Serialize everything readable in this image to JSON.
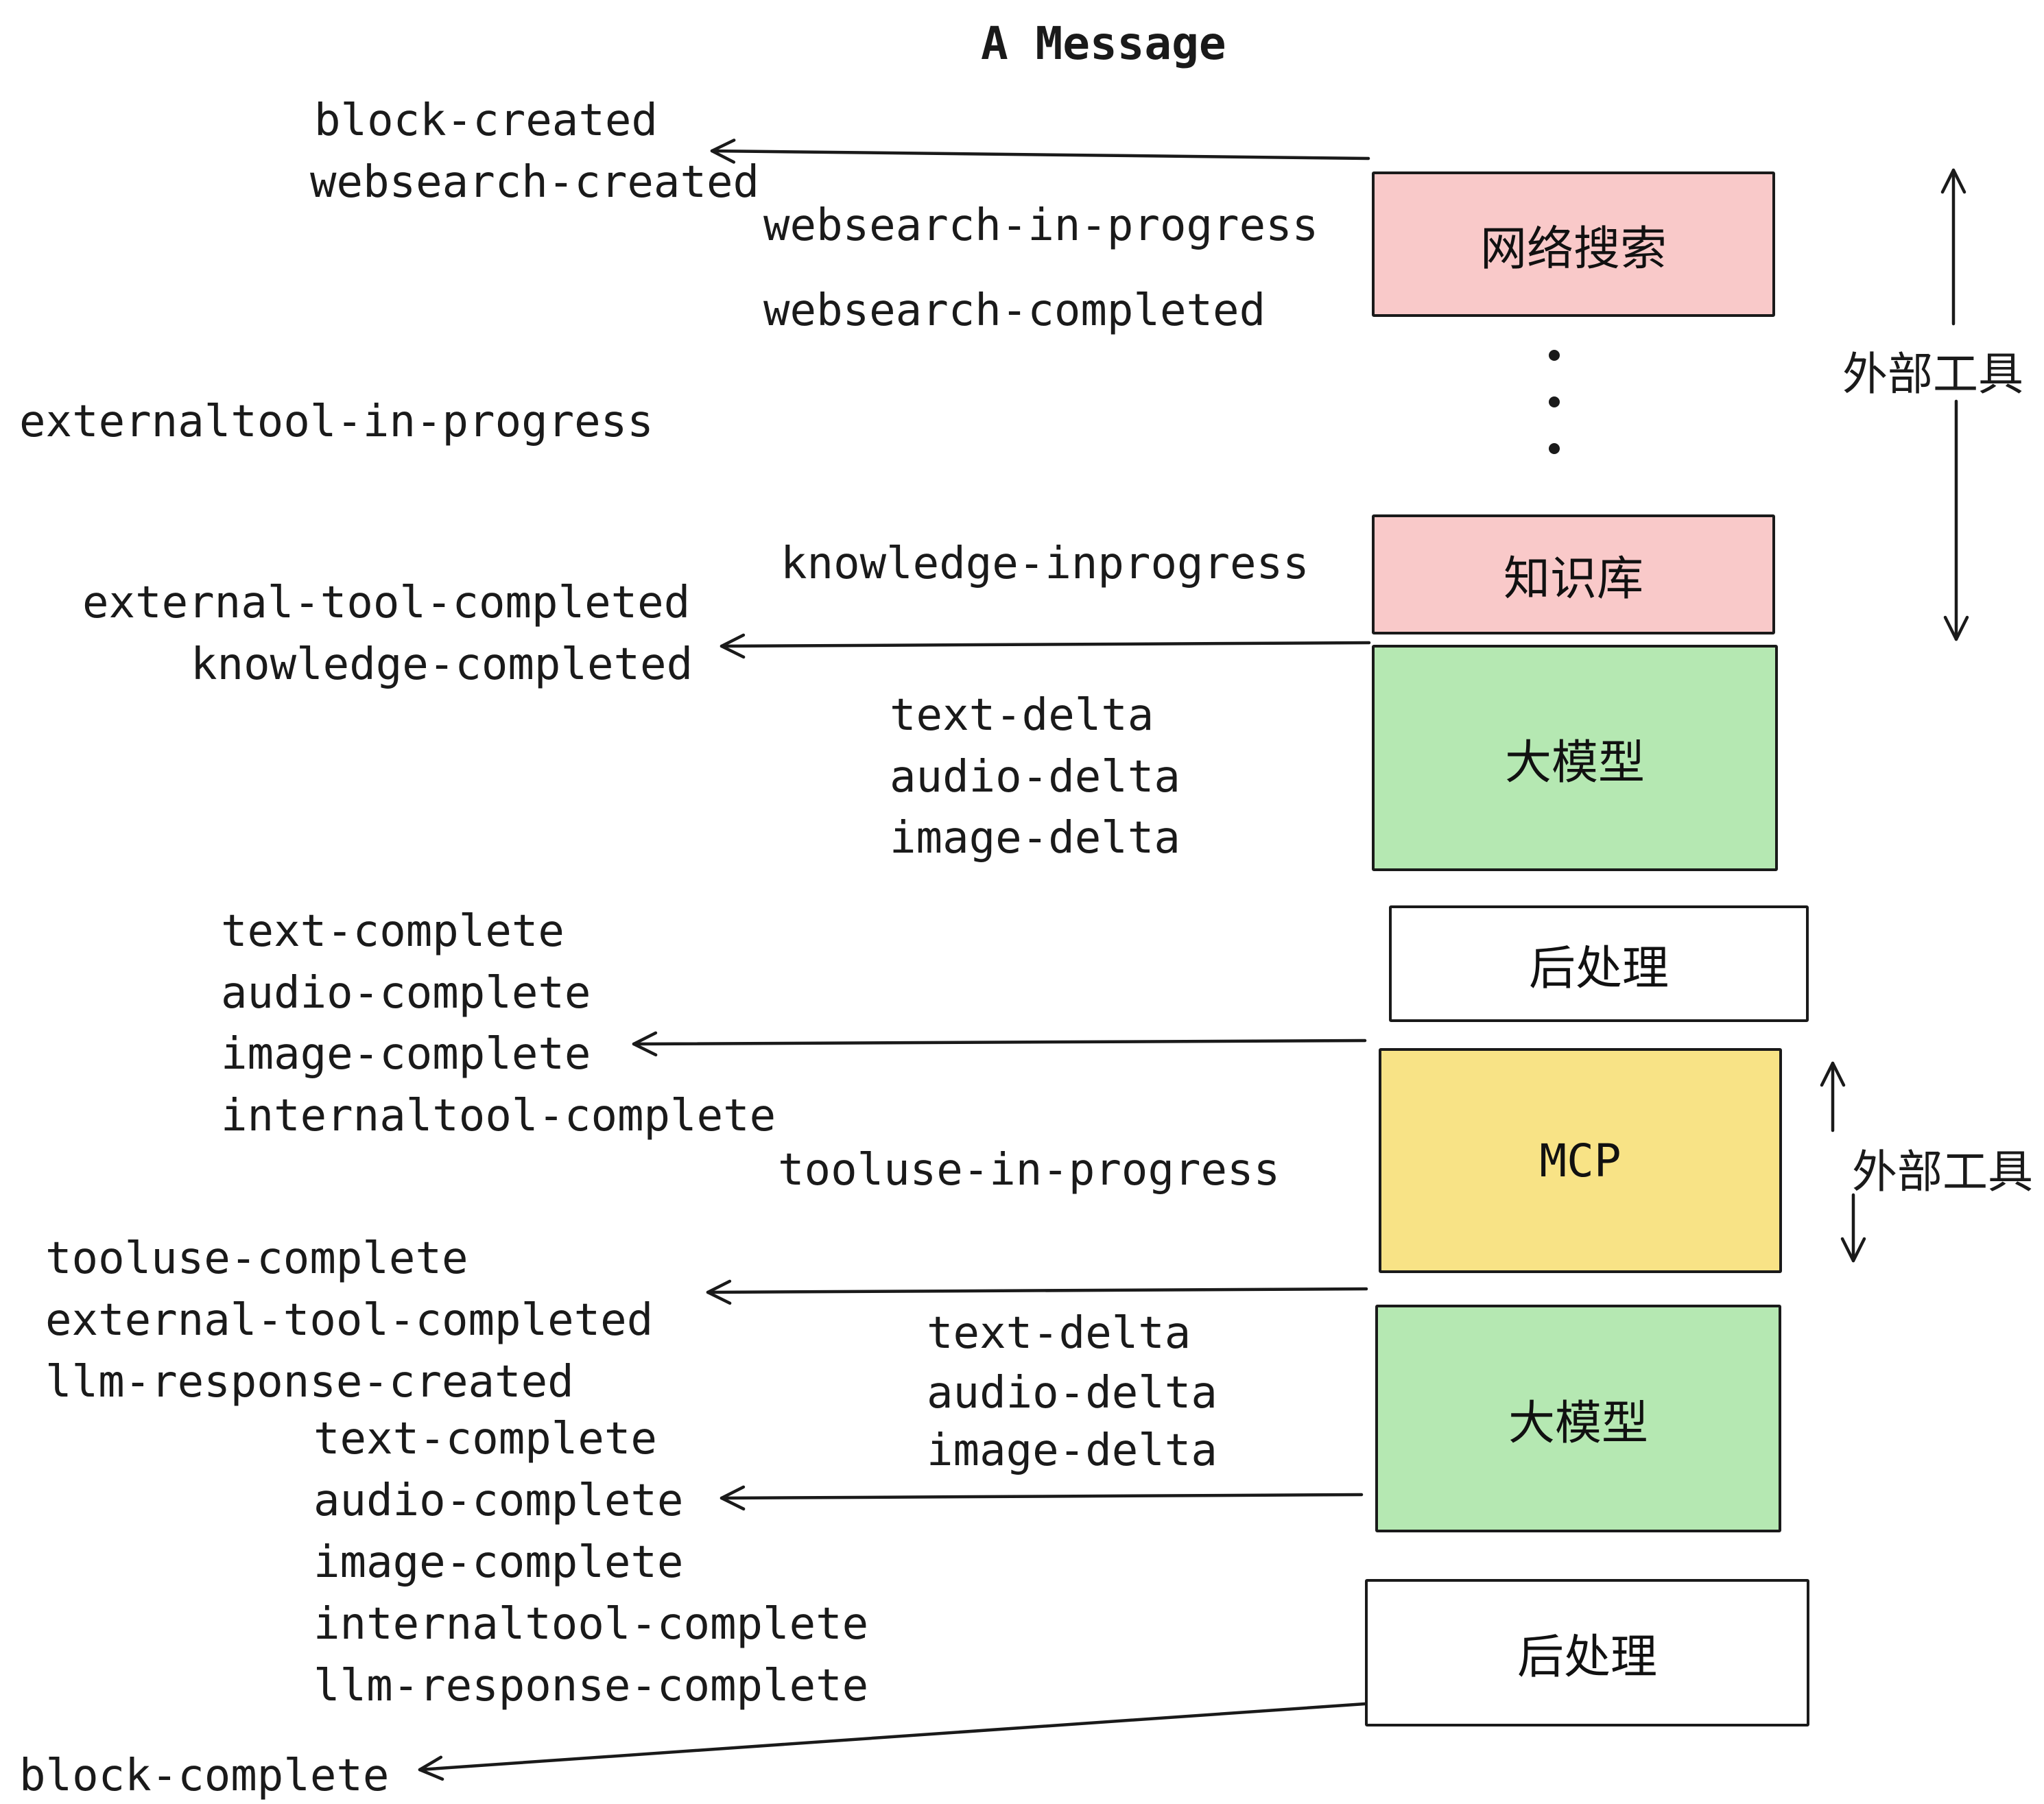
{
  "title": "A Message",
  "event_labels": {
    "block_created": "block-created",
    "websearch_created": "websearch-created",
    "websearch_in_progress": "websearch-in-progress",
    "websearch_completed": "websearch-completed",
    "externaltool_in_progress": "externaltool-in-progress",
    "knowledge_inprogress": "knowledge-inprogress",
    "external_tool_completed": "external-tool-completed",
    "knowledge_completed": "knowledge-completed",
    "text_delta": "text-delta",
    "audio_delta": "audio-delta",
    "image_delta": "image-delta",
    "text_complete": "text-complete",
    "audio_complete": "audio-complete",
    "image_complete": "image-complete",
    "internaltool_complete": "internaltool-complete",
    "tooluse_in_progress": "tooluse-in-progress",
    "tooluse_complete": "tooluse-complete",
    "llm_response_created": "llm-response-created",
    "llm_response_complete": "llm-response-complete",
    "block_complete": "block-complete"
  },
  "boxes": {
    "websearch": {
      "label": "网络搜索",
      "fill": "#f9c9c9"
    },
    "knowledge": {
      "label": "知识库",
      "fill": "#f9c9c9"
    },
    "llm_top": {
      "label": "大模型",
      "fill": "#b5e8b2"
    },
    "post_top": {
      "label": "后处理",
      "fill": "#ffffff"
    },
    "mcp": {
      "label": "MCP",
      "fill": "#f8e386"
    },
    "llm_bottom": {
      "label": "大模型",
      "fill": "#b5e8b2"
    },
    "post_bottom": {
      "label": "后处理",
      "fill": "#ffffff"
    }
  },
  "side_labels": {
    "external_tools_top": "外部工具",
    "external_tools_mcp": "外部工具"
  },
  "colors": {
    "stroke": "#1a1a1a",
    "pink": "#f9c9c9",
    "green": "#b5e8b2",
    "yellow": "#f8e386",
    "white": "#ffffff"
  }
}
